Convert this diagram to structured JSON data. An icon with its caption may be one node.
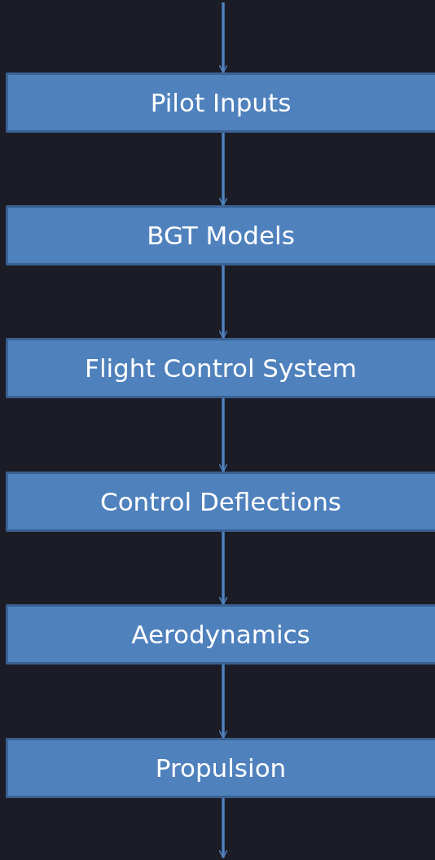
{
  "diagram": {
    "nodes": [
      {
        "text": [
          "Pilot Inputs"
        ]
      },
      {
        "text": [
          "BGT Models"
        ]
      },
      {
        "text": [
          "Flight Control System"
        ]
      },
      {
        "text": [
          "Control Deflections"
        ]
      },
      {
        "text": [
          "Aerodynamics"
        ]
      },
      {
        "text": [
          "Propulsion"
        ]
      }
    ],
    "edges": [
      {
        "from": null,
        "to": 0,
        "arrow": "to"
      },
      {
        "from": 0,
        "to": 1,
        "arrow": "to"
      },
      {
        "from": 1,
        "to": 2,
        "arrow": "to"
      },
      {
        "from": 2,
        "to": 3,
        "arrow": "to"
      },
      {
        "from": 3,
        "to": 4,
        "arrow": "to"
      },
      {
        "from": 4,
        "to": 5,
        "arrow": "to"
      },
      {
        "from": 5,
        "to": null,
        "arrow": "to"
      }
    ]
  }
}
